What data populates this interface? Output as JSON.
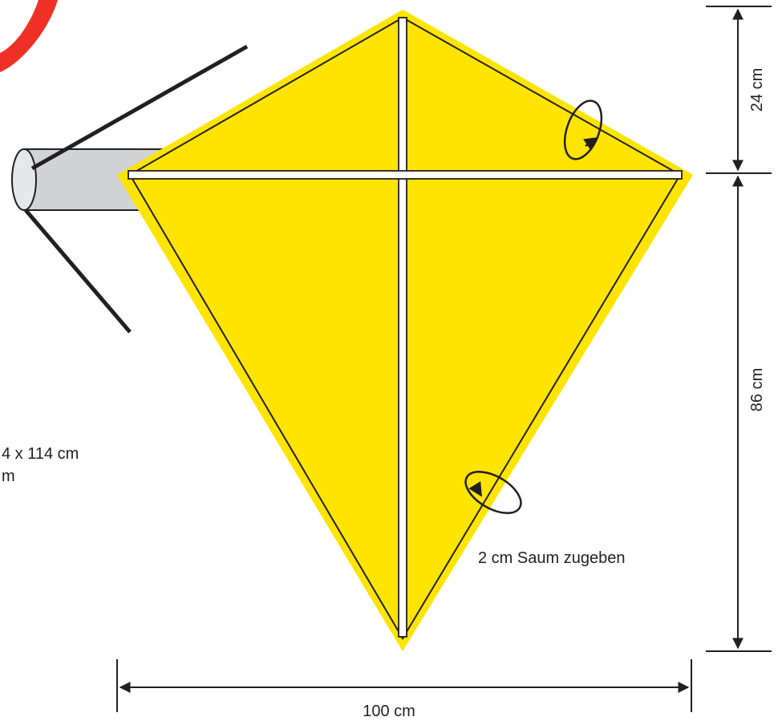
{
  "diagram": {
    "colors": {
      "sail": "#ffe400",
      "outline": "#231f20",
      "spar": "#ffffff",
      "tube": "#d2d3d5",
      "scissors": "#ee3124"
    },
    "dimensions": {
      "top_height": "24 cm",
      "bottom_height": "86 cm",
      "width": "100 cm"
    },
    "notes": {
      "hem": "2 cm Saum zugeben",
      "partial_line_1": "4 x 114 cm",
      "partial_line_2": "m"
    },
    "icons": [
      "scissors-icon",
      "fold-arrow-icon",
      "dimension-arrow-icon"
    ]
  }
}
